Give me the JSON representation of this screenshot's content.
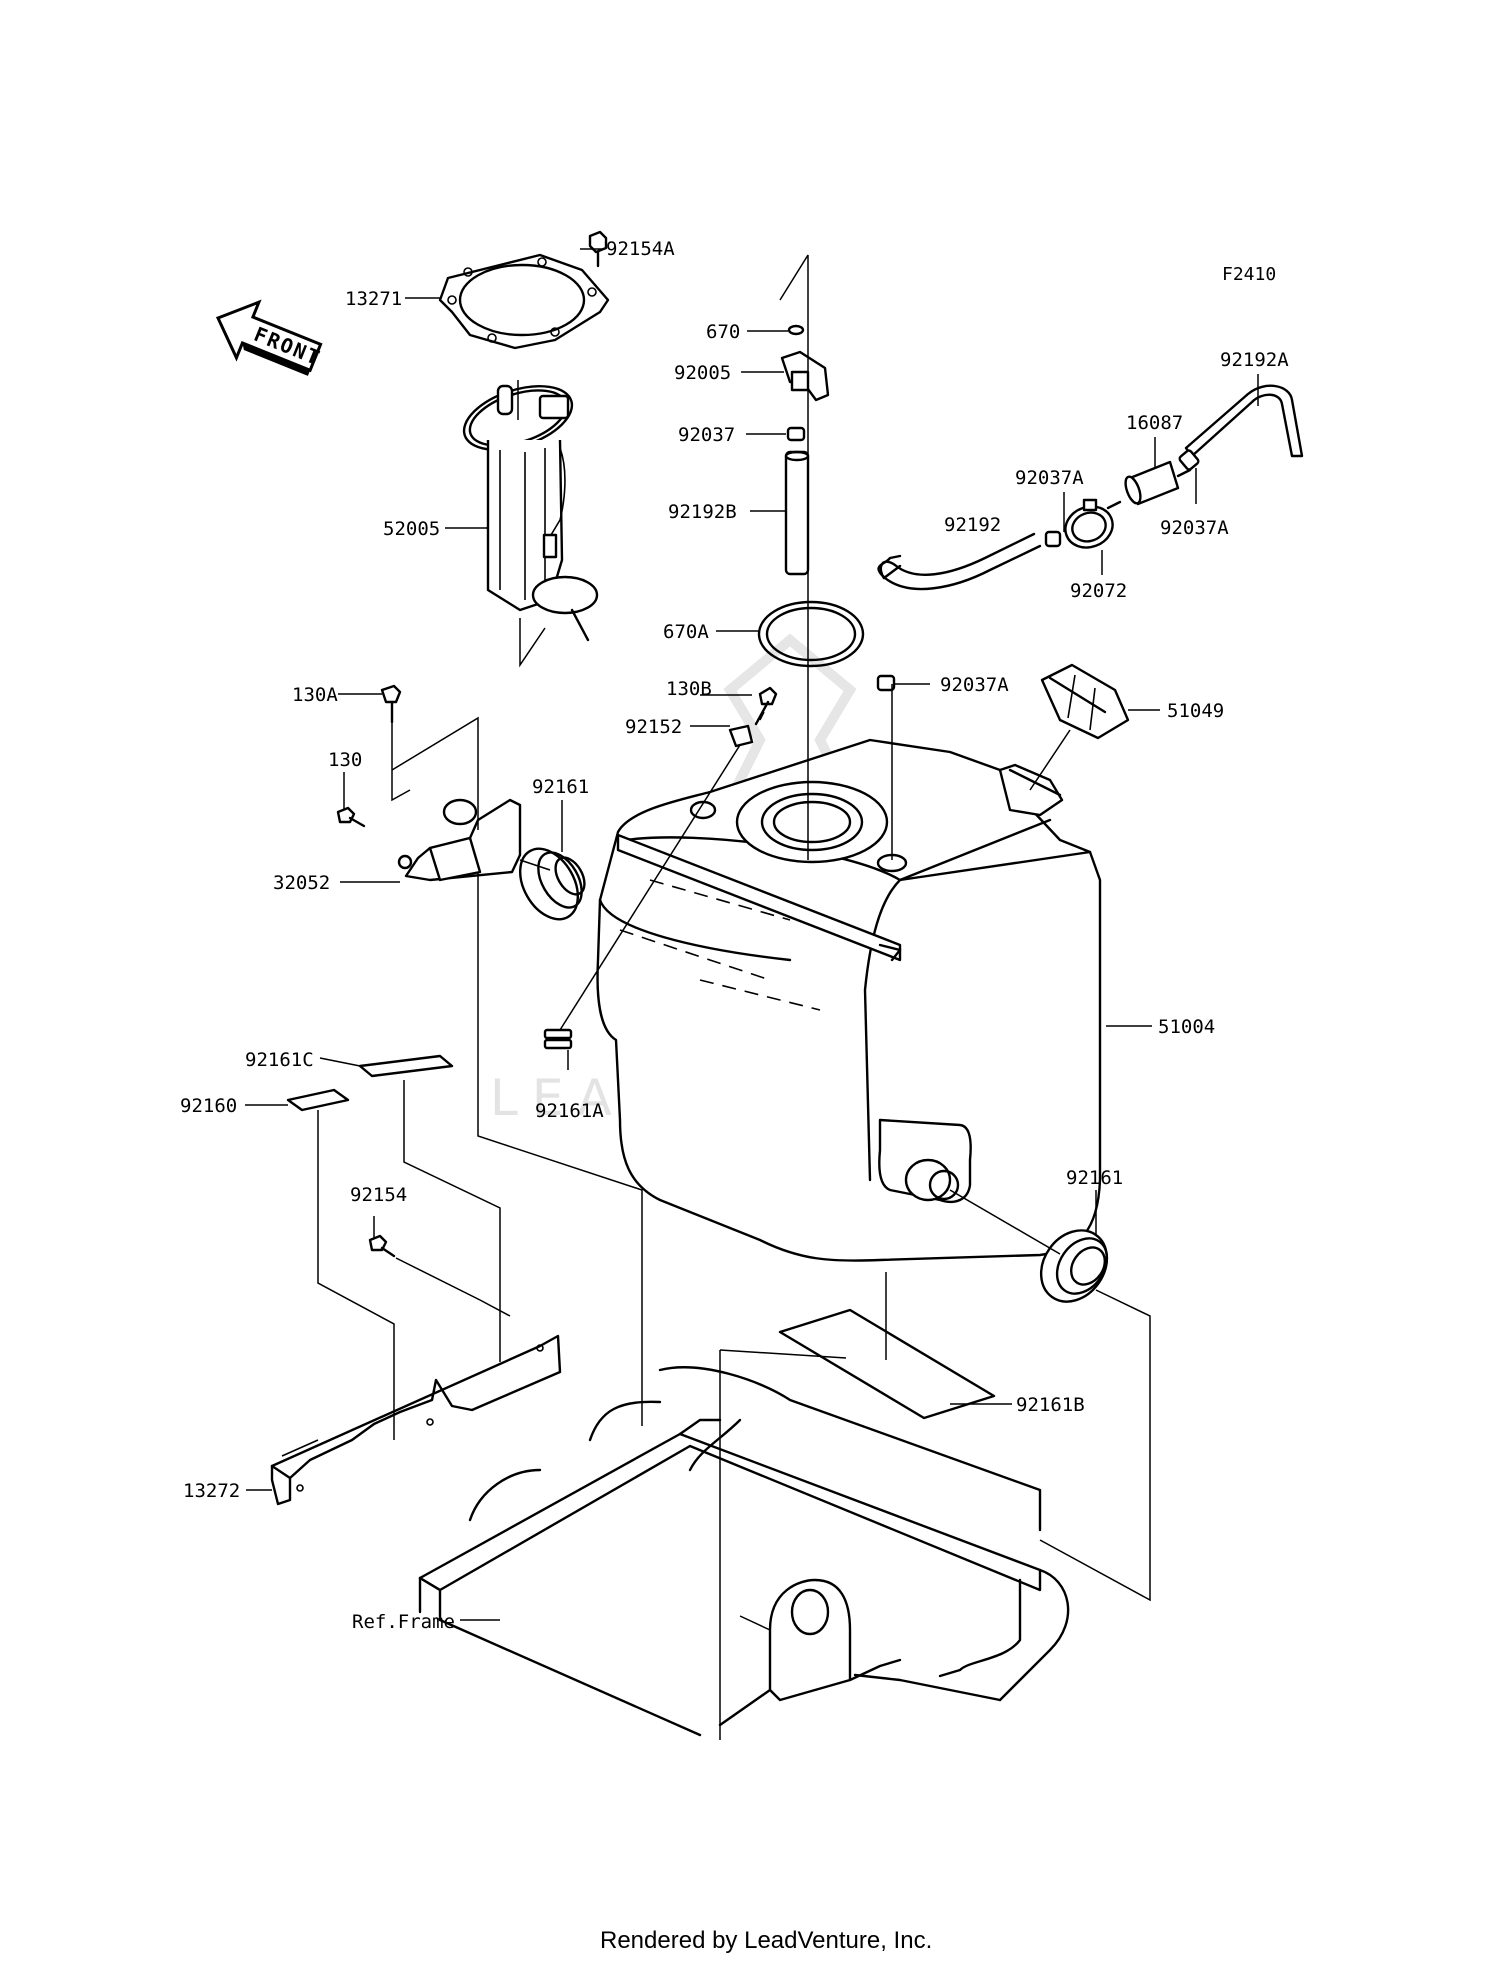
{
  "figure_code": "F2410",
  "front_label": "FRONT",
  "watermark": "LEADVENTURE",
  "footer": "Rendered by LeadVenture, Inc.",
  "callouts": {
    "p92154A": "92154A",
    "p13271": "13271",
    "p52005": "52005",
    "p670": "670",
    "p92005": "92005",
    "p92037": "92037",
    "p92192B": "92192B",
    "p670A": "670A",
    "p92192A": "92192A",
    "p16087": "16087",
    "p92037A_1": "92037A",
    "p92037A_2": "92037A",
    "p92192": "92192",
    "p92072": "92072",
    "p92037A_3": "92037A",
    "p51049": "51049",
    "p130A": "130A",
    "p130": "130",
    "p32052": "32052",
    "p92161_1": "92161",
    "p130B": "130B",
    "p92152": "92152",
    "p92161A": "92161A",
    "p51004": "51004",
    "p92161C": "92161C",
    "p92160": "92160",
    "p92154": "92154",
    "p92161_2": "92161",
    "p92161B": "92161B",
    "p13272": "13272",
    "pRefFrame": "Ref.Frame"
  }
}
